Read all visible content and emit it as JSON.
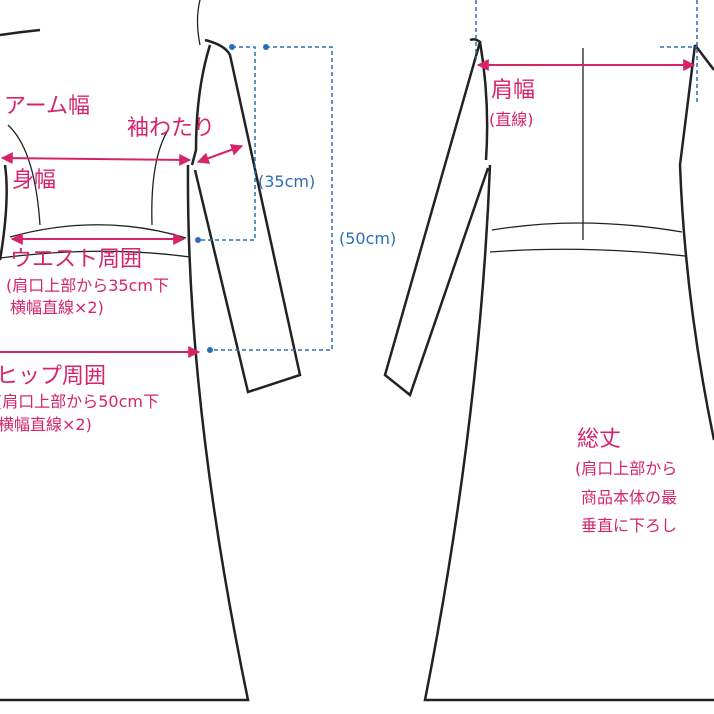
{
  "colors": {
    "measure": "#d6246b",
    "guide": "#2a6fb5",
    "outline": "#222222"
  },
  "front": {
    "arm_width": "アーム幅",
    "sleeve_width": "袖わたり",
    "body_width": "身幅",
    "waist_title": "ウエスト周囲",
    "waist_note1": "(肩口上部から35cm下",
    "waist_note2": "横幅直線×2)",
    "hip_title": "ヒップ周囲",
    "hip_note1": "(肩口上部から50cm下",
    "hip_note2": "横幅直線×2)",
    "guide_35": "(35cm)",
    "guide_50": "(50cm)"
  },
  "back": {
    "shoulder_title": "肩幅",
    "shoulder_note": "(直線)",
    "length_title": "総丈",
    "length_note1": "(肩口上部から",
    "length_note2": "商品本体の最",
    "length_note3": "垂直に下ろし"
  }
}
